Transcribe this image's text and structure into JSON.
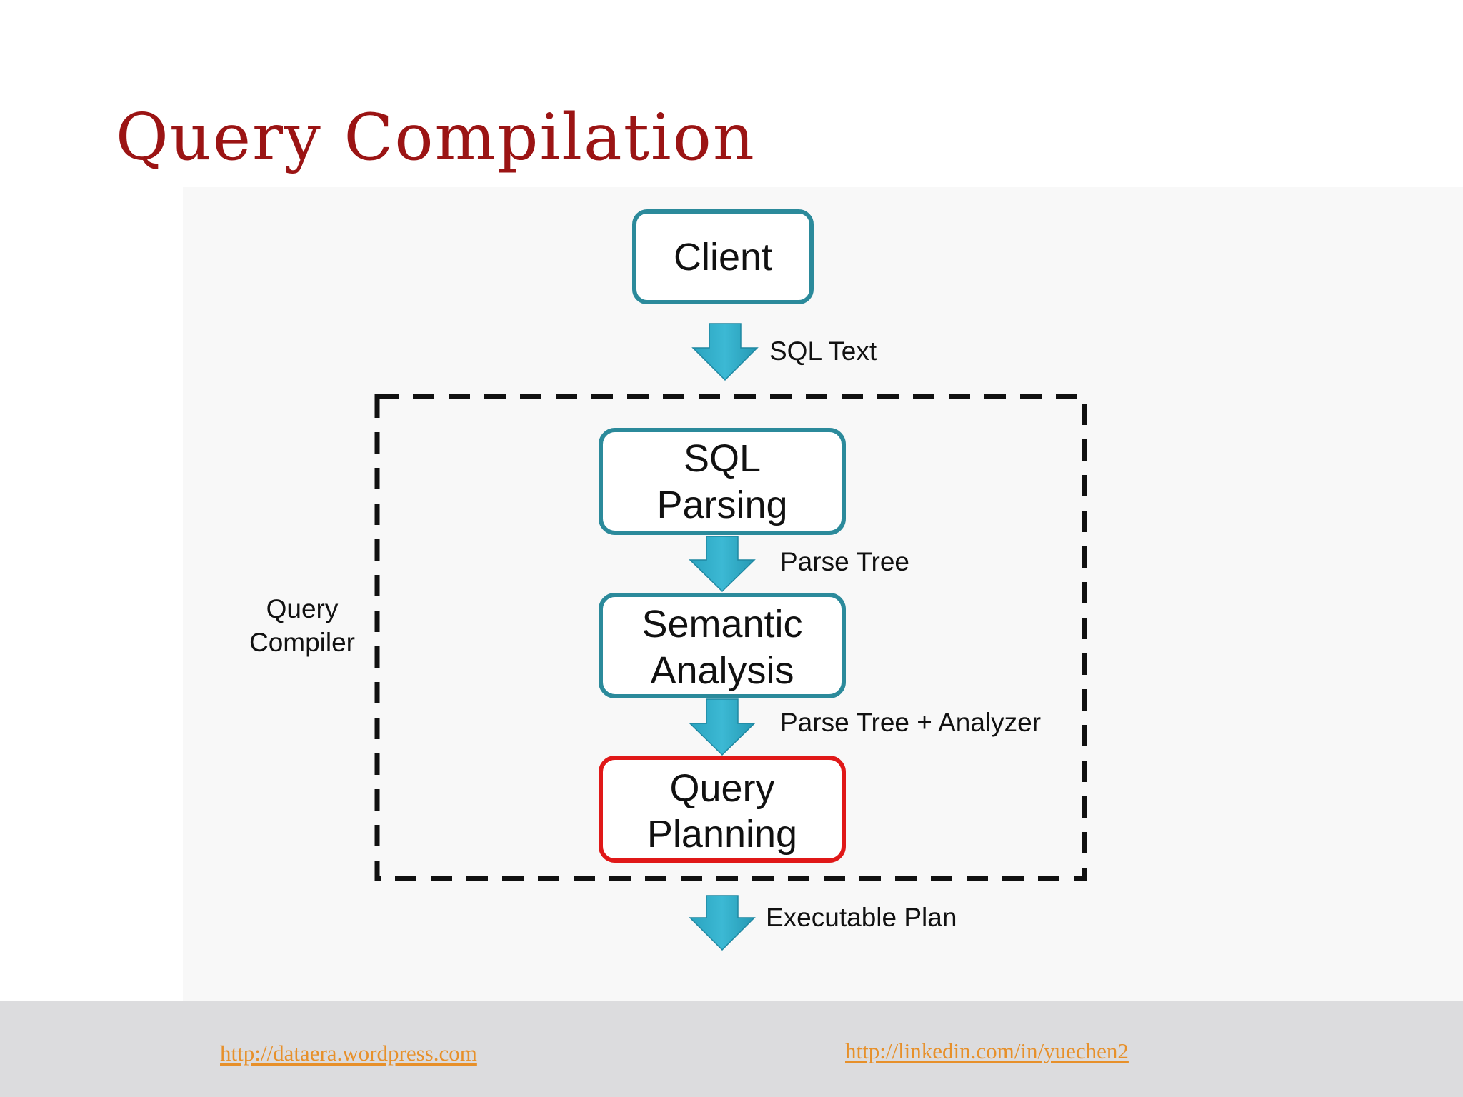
{
  "slide": {
    "title": "Query Compilation"
  },
  "diagram": {
    "group_label_line1": "Query",
    "group_label_line2": "Compiler",
    "nodes": [
      {
        "id": "client",
        "lines": [
          "Client"
        ],
        "highlight": false
      },
      {
        "id": "sql-parsing",
        "lines": [
          "SQL",
          "Parsing"
        ],
        "highlight": false
      },
      {
        "id": "semantic-analysis",
        "lines": [
          "Semantic",
          "Analysis"
        ],
        "highlight": false
      },
      {
        "id": "query-planning",
        "lines": [
          "Query",
          "Planning"
        ],
        "highlight": true
      }
    ],
    "edges": [
      {
        "label": "SQL Text"
      },
      {
        "label": "Parse Tree"
      },
      {
        "label": "Parse Tree + Analyzer"
      },
      {
        "label": "Executable Plan"
      }
    ],
    "colors": {
      "box_border": "#2b8a9b",
      "highlight_border": "#e01818",
      "arrow_fill": "#32aecb",
      "group_border": "#111111"
    }
  },
  "footer": {
    "left_link": "http://dataera.wordpress.com",
    "right_link": "http://linkedin.com/in/yuechen2"
  }
}
